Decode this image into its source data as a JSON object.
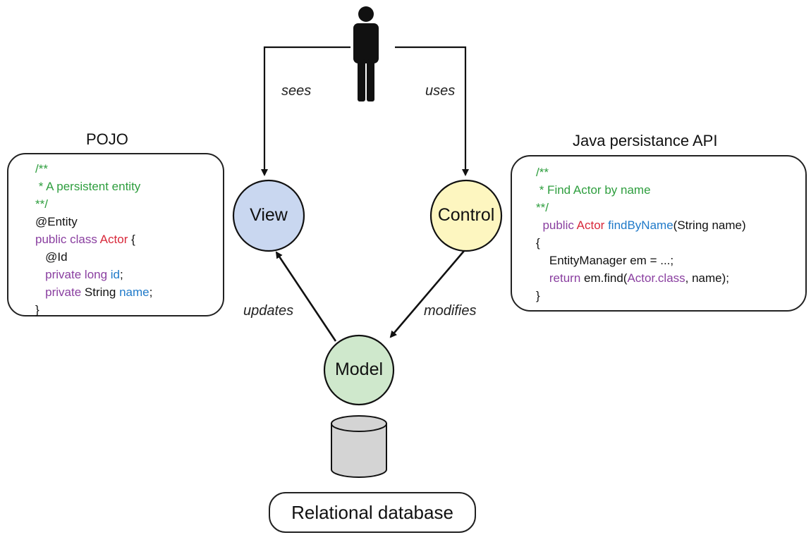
{
  "colors": {
    "view_fill": "#c9d7f0",
    "control_fill": "#fdf6c0",
    "model_fill": "#cfe8cc",
    "database_fill": "#d4d4d4",
    "comment": "#2e9e3e",
    "keyword": "#8a3fa0",
    "type": "#d8283a",
    "name": "#1f7ac9"
  },
  "icons": {
    "user": "person-icon",
    "database": "cylinder-database-icon"
  },
  "nodes": {
    "view": "View",
    "control": "Control",
    "model": "Model"
  },
  "edges": {
    "sees": "sees",
    "uses": "uses",
    "updates": "updates",
    "modifies": "modifies"
  },
  "pojo": {
    "title": "POJO",
    "lines": [
      [
        {
          "t": "/**",
          "c": "comment"
        }
      ],
      [
        {
          "t": " * A persistent entity",
          "c": "comment"
        }
      ],
      [
        {
          "t": "**/",
          "c": "comment"
        }
      ],
      [
        {
          "t": "@Entity",
          "c": "plain"
        }
      ],
      [
        {
          "t": "public class ",
          "c": "keyword"
        },
        {
          "t": "Actor",
          "c": "type"
        },
        {
          "t": " {",
          "c": "plain"
        }
      ],
      [
        {
          "t": "   @Id",
          "c": "plain"
        }
      ],
      [
        {
          "t": "   private long ",
          "c": "keyword"
        },
        {
          "t": "id",
          "c": "name"
        },
        {
          "t": ";",
          "c": "plain"
        }
      ],
      [
        {
          "t": "   private ",
          "c": "keyword"
        },
        {
          "t": "String ",
          "c": "plain"
        },
        {
          "t": "name",
          "c": "name"
        },
        {
          "t": ";",
          "c": "plain"
        }
      ],
      [
        {
          "t": "}",
          "c": "plain"
        }
      ]
    ]
  },
  "jpa": {
    "title": "Java persistance API",
    "lines": [
      [
        {
          "t": "/**",
          "c": "comment"
        }
      ],
      [
        {
          "t": " * Find Actor by name",
          "c": "comment"
        }
      ],
      [
        {
          "t": "**/",
          "c": "comment"
        }
      ],
      [
        {
          "t": "  public ",
          "c": "keyword"
        },
        {
          "t": "Actor ",
          "c": "type"
        },
        {
          "t": "findByName",
          "c": "name"
        },
        {
          "t": "(String name)",
          "c": "plain"
        }
      ],
      [
        {
          "t": "{",
          "c": "plain"
        }
      ],
      [
        {
          "t": "    EntityManager em = ...;",
          "c": "plain"
        }
      ],
      [
        {
          "t": "    return ",
          "c": "keyword"
        },
        {
          "t": "em.find(",
          "c": "plain"
        },
        {
          "t": "Actor.class",
          "c": "keyword"
        },
        {
          "t": ", name);",
          "c": "plain"
        }
      ],
      [
        {
          "t": "}",
          "c": "plain"
        }
      ]
    ]
  },
  "database": {
    "label": "Relational database"
  }
}
